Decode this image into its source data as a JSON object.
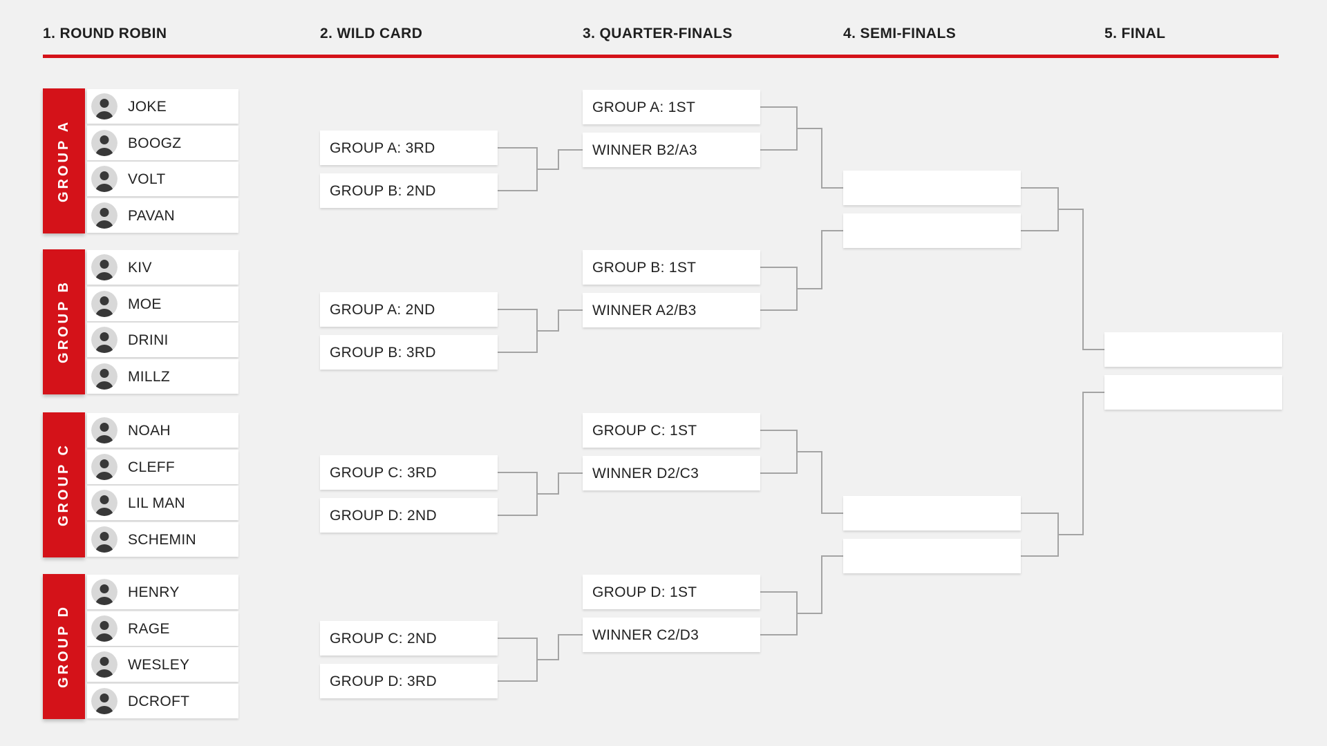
{
  "header": {
    "columns": [
      "1. ROUND ROBIN",
      "2. WILD CARD",
      "3. QUARTER-FINALS",
      "4. SEMI-FINALS",
      "5. FINAL"
    ]
  },
  "groups": [
    {
      "name": "GROUP A",
      "players": [
        "JOKE",
        "BOOGZ",
        "VOLT",
        "PAVAN"
      ]
    },
    {
      "name": "GROUP B",
      "players": [
        "KIV",
        "MOE",
        "DRINI",
        "MILLZ"
      ]
    },
    {
      "name": "GROUP C",
      "players": [
        "NOAH",
        "CLEFF",
        "LIL MAN",
        "SCHEMIN"
      ]
    },
    {
      "name": "GROUP D",
      "players": [
        "HENRY",
        "RAGE",
        "WESLEY",
        "DCROFT"
      ]
    }
  ],
  "wildcard": [
    [
      "GROUP A: 3RD",
      "GROUP B: 2ND"
    ],
    [
      "GROUP A: 2ND",
      "GROUP B: 3RD"
    ],
    [
      "GROUP C: 3RD",
      "GROUP D: 2ND"
    ],
    [
      "GROUP C: 2ND",
      "GROUP D: 3RD"
    ]
  ],
  "quarterfinals": [
    [
      "GROUP A: 1ST",
      "WINNER B2/A3"
    ],
    [
      "GROUP B: 1ST",
      "WINNER A2/B3"
    ],
    [
      "GROUP C: 1ST",
      "WINNER D2/C3"
    ],
    [
      "GROUP D: 1ST",
      "WINNER C2/D3"
    ]
  ],
  "semifinals": [
    "",
    "",
    "",
    ""
  ],
  "final": [
    "",
    ""
  ],
  "colors": {
    "accent_red": "#d41219",
    "connector": "#a3a3a3",
    "background": "#f1f1f1",
    "box": "#ffffff",
    "text": "#222222"
  }
}
